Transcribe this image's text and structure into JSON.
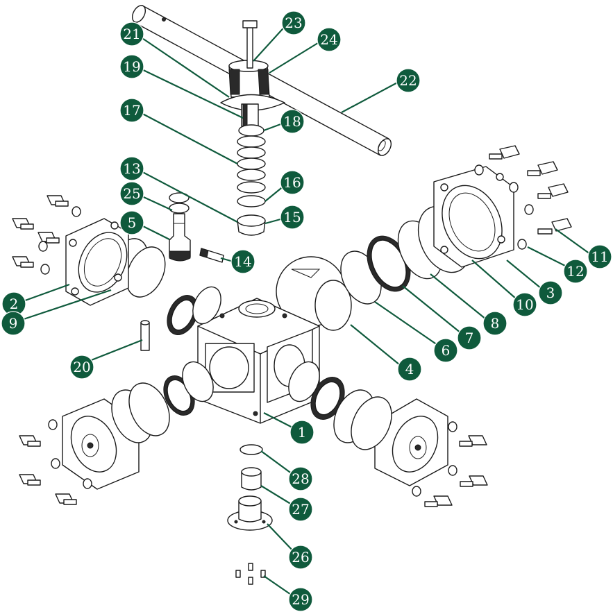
{
  "diagram": {
    "type": "exploded-assembly",
    "subject": "four-way ball valve",
    "colors": {
      "callout_fill": "#0f5a3c",
      "callout_text": "#ffffff",
      "line_art": "#1a1a1a"
    },
    "callouts": [
      {
        "id": "c1",
        "label": "1"
      },
      {
        "id": "c2",
        "label": "2"
      },
      {
        "id": "c3",
        "label": "3"
      },
      {
        "id": "c4",
        "label": "4"
      },
      {
        "id": "c5",
        "label": "5"
      },
      {
        "id": "c6",
        "label": "6"
      },
      {
        "id": "c7",
        "label": "7"
      },
      {
        "id": "c8",
        "label": "8"
      },
      {
        "id": "c9",
        "label": "9"
      },
      {
        "id": "c10",
        "label": "10"
      },
      {
        "id": "c11",
        "label": "11"
      },
      {
        "id": "c12",
        "label": "12"
      },
      {
        "id": "c13",
        "label": "13"
      },
      {
        "id": "c14",
        "label": "14"
      },
      {
        "id": "c15",
        "label": "15"
      },
      {
        "id": "c16",
        "label": "16"
      },
      {
        "id": "c17",
        "label": "17"
      },
      {
        "id": "c18",
        "label": "18"
      },
      {
        "id": "c19",
        "label": "19"
      },
      {
        "id": "c20",
        "label": "20"
      },
      {
        "id": "c21",
        "label": "21"
      },
      {
        "id": "c22",
        "label": "22"
      },
      {
        "id": "c23",
        "label": "23"
      },
      {
        "id": "c24",
        "label": "24"
      },
      {
        "id": "c25",
        "label": "25"
      },
      {
        "id": "c26",
        "label": "26"
      },
      {
        "id": "c27",
        "label": "27"
      },
      {
        "id": "c28",
        "label": "28"
      },
      {
        "id": "c29",
        "label": "29"
      }
    ]
  }
}
